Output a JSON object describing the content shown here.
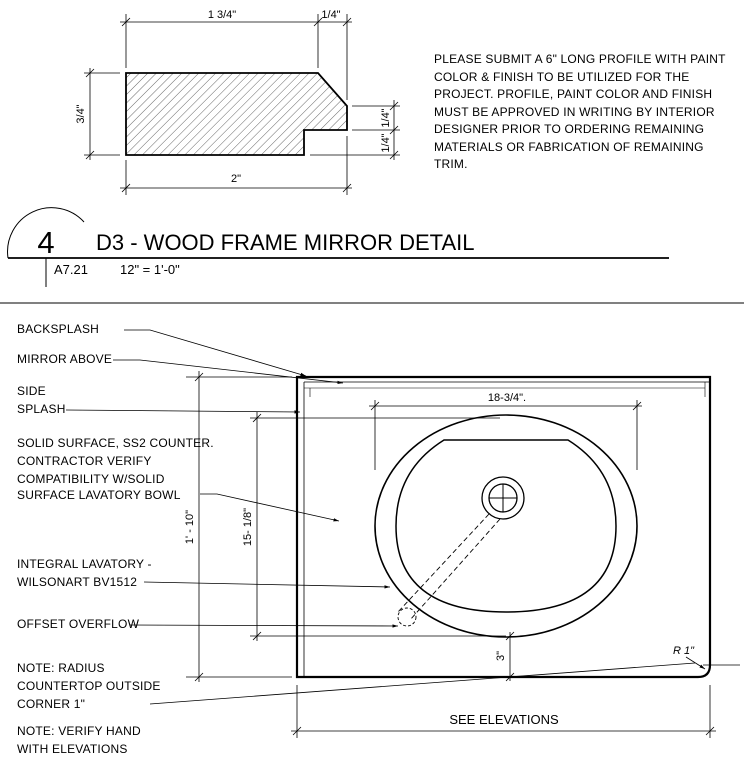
{
  "profile": {
    "dims": {
      "top_wide": "1 3/4\"",
      "top_narrow": "1/4\"",
      "left": "3/4\"",
      "right_upper": "1/4\"",
      "right_lower": "1/4\"",
      "bottom": "2\""
    },
    "note": "PLEASE SUBMIT A 6\" LONG PROFILE WITH PAINT COLOR & FINISH TO BE UTILIZED FOR THE PROJECT. PROFILE, PAINT COLOR AND FINISH MUST BE APPROVED IN WRITING BY INTERIOR DESIGNER PRIOR TO ORDERING REMAINING MATERIALS OR FABRICATION OF REMAINING TRIM."
  },
  "title_block": {
    "number": "4",
    "title": "D3 - WOOD FRAME MIRROR DETAIL",
    "sheet": "A7.21",
    "scale": "12\" = 1'-0\""
  },
  "plan": {
    "callouts": {
      "backsplash": "BACKSPLASH",
      "mirror_above": "MIRROR ABOVE",
      "side_splash_1": "SIDE",
      "side_splash_2": "SPLASH",
      "solid_surface_1": "SOLID SURFACE, SS2 COUNTER.",
      "solid_surface_2": "CONTRACTOR VERIFY",
      "solid_surface_3": "COMPATIBILITY W/SOLID",
      "solid_surface_4": "SURFACE LAVATORY BOWL",
      "integral_1": "INTEGRAL LAVATORY -",
      "integral_2": "WILSONART BV1512",
      "offset_overflow": "OFFSET OVERFLOW",
      "radius_1": "NOTE: RADIUS",
      "radius_2": "COUNTERTOP OUTSIDE",
      "radius_3": "CORNER 1\"",
      "verify_1": "NOTE: VERIFY HAND",
      "verify_2": "WITH ELEVATIONS"
    },
    "dims": {
      "bowl_width": "18-3/4\".",
      "depth_total": "1' - 10\"",
      "bowl_depth": "15- 1/8\"",
      "front_clear": "3\"",
      "radius": "R 1\"",
      "see_elevations": "SEE ELEVATIONS"
    }
  }
}
